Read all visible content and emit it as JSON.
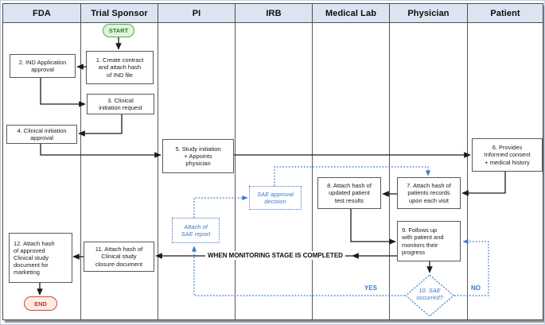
{
  "lanes": [
    {
      "label": "FDA"
    },
    {
      "label": "Trial Sponsor"
    },
    {
      "label": "PI"
    },
    {
      "label": "IRB"
    },
    {
      "label": "Medical Lab"
    },
    {
      "label": "Physician"
    },
    {
      "label": "Patient"
    }
  ],
  "nodes": {
    "start": "START",
    "s1": "1. Create contract\nand attach hash\nof IND file",
    "s2": "2. IND Application\napproval",
    "s3": "3. Clinical\ninitiation request",
    "s4": "4. Clinical initiation\napproval",
    "s5": "5. Study initiation\n+ Appoints\nphysician",
    "s6": "6. Provides\nInformed consent\n+ medical history",
    "s7": "7. Attach hash of\npatients records\nupon each visit",
    "s8": "8. Attach hash of\nupdated patient\ntest results",
    "s9": "9. Follows up\nwith patient and\nmonitors their\nprogress",
    "s10": "10. SAE\noccurred?",
    "s11": "11. Attach hash of\nClinical study\nclosure document",
    "s12": "12. Attach hash\nof approved\nClinical study\ndocument for\nmarketing",
    "end": "END"
  },
  "notes": {
    "sae_report": "Attach of\nSAE report",
    "sae_approval": "SAE approval\ndecision"
  },
  "edge_labels": {
    "monitoring": "WHEN MONITORING STAGE IS COMPLETED",
    "yes": "YES",
    "no": "NO"
  },
  "colors": {
    "blue": "#3d79c6",
    "green_border": "#4caf50",
    "green_fill": "#e1f4da",
    "red_border": "#d64541",
    "red_fill": "#fcece3",
    "header_bg": "#dce4f2",
    "line": "#595959"
  }
}
